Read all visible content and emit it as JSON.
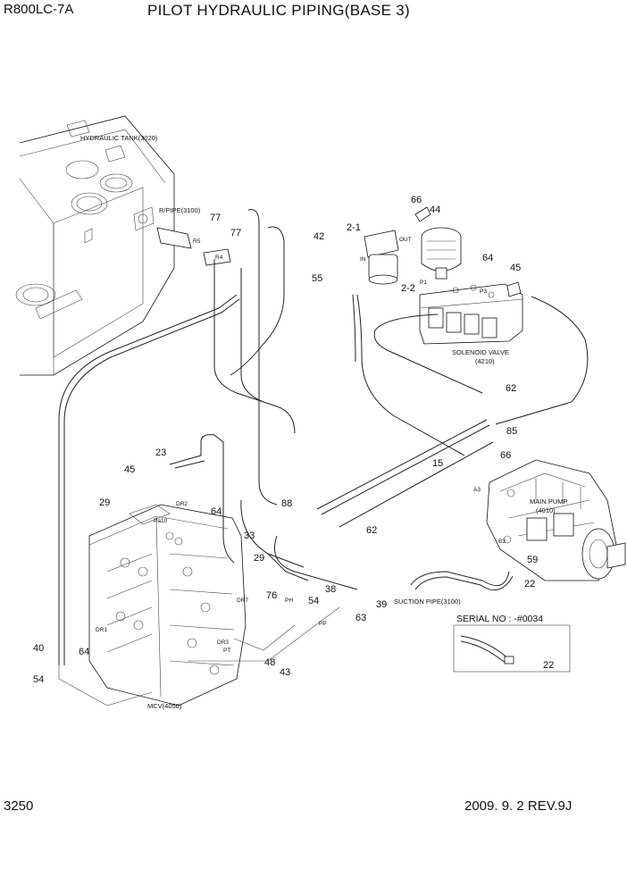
{
  "header": {
    "model": "R800LC-7A",
    "title": "PILOT HYDRAULIC PIPING(BASE 3)"
  },
  "footer": {
    "page_number": "3250",
    "revision": "2009. 9. 2  REV.9J"
  },
  "component_labels": {
    "hydraulic_tank": "HYDRAULIC TANK(3020)",
    "return_pipe": "R/PIPE(3100)",
    "solenoid_valve_line1": "SOLENOID VALVE",
    "solenoid_valve_line2": "(4210)",
    "main_pump_line1": "MAIN PUMP",
    "main_pump_line2": "(4010)",
    "suction_pipe": "SUCTION PIPE(3100)",
    "mcv": "MCV(4050)",
    "serial_no": "SERIAL NO : -#0034"
  },
  "port_labels": [
    "R5",
    "R4",
    "IN",
    "OUT",
    "P1",
    "P3",
    "A3",
    "B3",
    "Pa10",
    "DR2",
    "DR7",
    "DR1",
    "DR3",
    "PH",
    "PP",
    "PT"
  ],
  "callouts": [
    "77",
    "77",
    "66",
    "44",
    "2-1",
    "42",
    "55",
    "2-2",
    "64",
    "45",
    "62",
    "85",
    "15",
    "66",
    "23",
    "45",
    "64",
    "29",
    "33",
    "88",
    "62",
    "29",
    "76",
    "38",
    "54",
    "39",
    "63",
    "59",
    "22",
    "40",
    "64",
    "54",
    "48",
    "43",
    "22"
  ]
}
